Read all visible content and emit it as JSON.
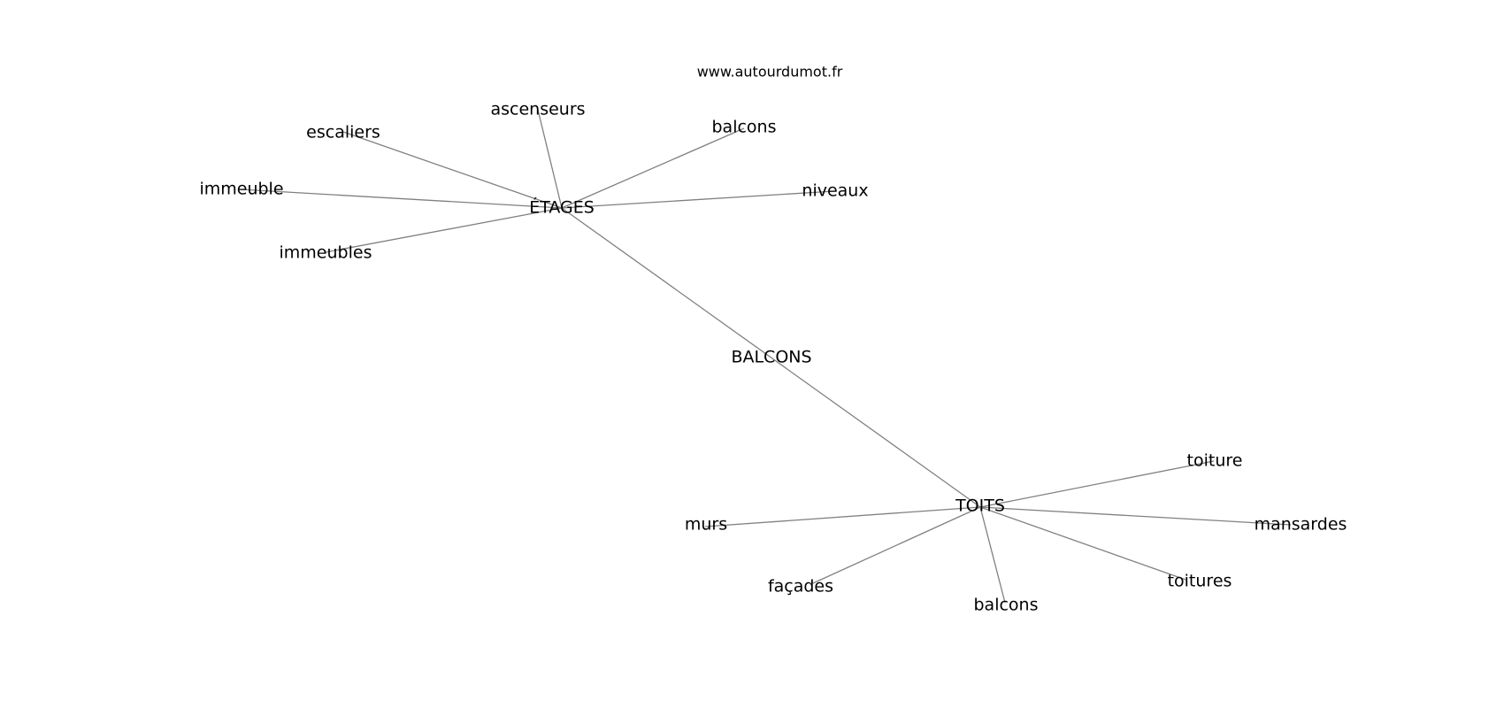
{
  "watermark": "www.autourdumot.fr",
  "nodes": {
    "center": "BALCONS",
    "etages": "ÉTAGES",
    "ascenseurs": "ascenseurs",
    "escaliers": "escaliers",
    "balcons_top": "balcons",
    "immeuble": "immeuble",
    "niveaux": "niveaux",
    "immeubles": "immeubles",
    "toits": "TOITS",
    "toiture": "toiture",
    "murs": "murs",
    "mansardes": "mansardes",
    "facades": "façades",
    "toitures": "toitures",
    "balcons_bottom": "balcons"
  }
}
